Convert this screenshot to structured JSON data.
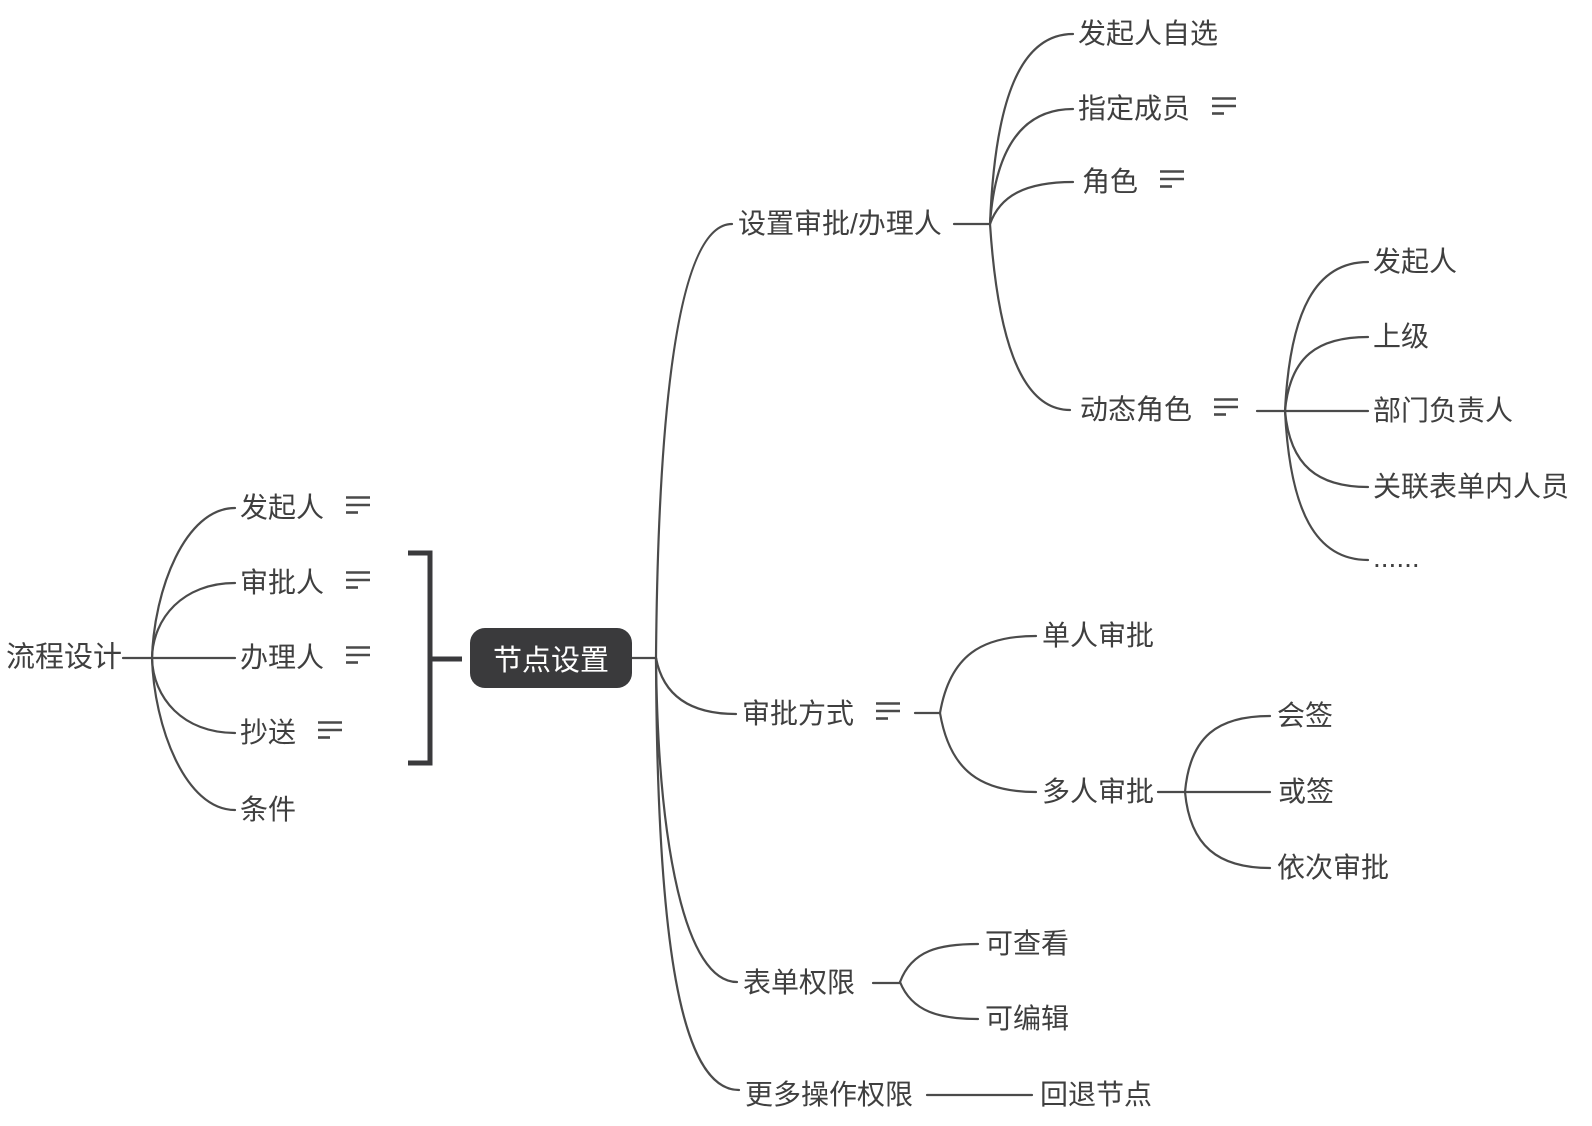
{
  "diagram": {
    "title_hint": "流程设计思维导图",
    "root": {
      "label": "流程设计"
    },
    "left_branches": [
      {
        "label": "发起人",
        "has_note": true
      },
      {
        "label": "审批人",
        "has_note": true
      },
      {
        "label": "办理人",
        "has_note": true
      },
      {
        "label": "抄送",
        "has_note": true
      },
      {
        "label": "条件",
        "has_note": false
      }
    ],
    "center_node": {
      "label": "节点设置"
    },
    "right_branches": [
      {
        "label": "设置审批/办理人",
        "has_note": false,
        "children": [
          {
            "label": "发起人自选",
            "has_note": false
          },
          {
            "label": "指定成员",
            "has_note": true
          },
          {
            "label": "角色",
            "has_note": true
          },
          {
            "label": "动态角色",
            "has_note": true,
            "children": [
              {
                "label": "发起人"
              },
              {
                "label": "上级"
              },
              {
                "label": "部门负责人"
              },
              {
                "label": "关联表单内人员"
              },
              {
                "label": "......"
              }
            ]
          }
        ]
      },
      {
        "label": "审批方式",
        "has_note": true,
        "children": [
          {
            "label": "单人审批"
          },
          {
            "label": "多人审批",
            "children": [
              {
                "label": "会签"
              },
              {
                "label": "或签"
              },
              {
                "label": "依次审批"
              }
            ]
          }
        ]
      },
      {
        "label": "表单权限",
        "has_note": false,
        "children": [
          {
            "label": "可查看"
          },
          {
            "label": "可编辑"
          }
        ]
      },
      {
        "label": "更多操作权限",
        "has_note": false,
        "children": [
          {
            "label": "回退节点"
          }
        ]
      }
    ],
    "icons": {
      "note": "note-lines-icon"
    },
    "colors": {
      "background": "#ffffff",
      "text": "#3f3f3f",
      "line": "#4b4b4b",
      "bracket": "#3a3a3c",
      "node_fill": "#3a3a3c",
      "node_text": "#ffffff"
    }
  }
}
